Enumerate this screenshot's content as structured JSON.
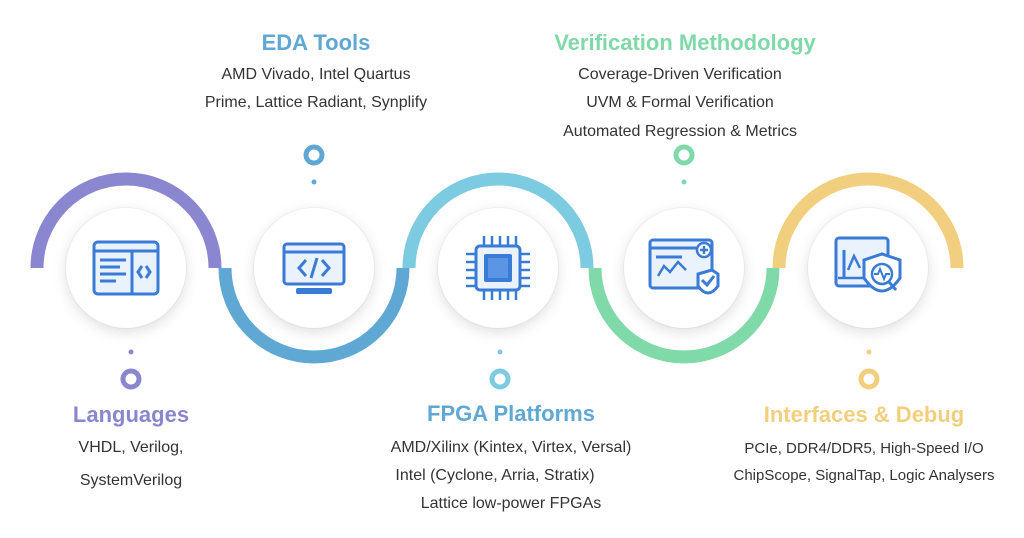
{
  "colors": {
    "languages": "#8a86cf",
    "eda": "#5fa8d3",
    "fpga": "#7dcbe0",
    "verification": "#7fd9a8",
    "interfaces": "#f2cf7e",
    "icon_blue": "#3a7bd5"
  },
  "stages": [
    {
      "key": "languages",
      "title": "Languages",
      "lines": [
        "VHDL, Verilog,",
        "SystemVerilog"
      ],
      "icon": "code-window-icon"
    },
    {
      "key": "eda",
      "title": "EDA Tools",
      "lines": [
        "AMD Vivado, Intel Quartus",
        "Prime, Lattice Radiant, Synplify"
      ],
      "icon": "monitor-code-icon"
    },
    {
      "key": "fpga",
      "title": "FPGA Platforms",
      "lines": [
        "AMD/Xilinx (Kintex, Virtex, Versal)",
        "Intel (Cyclone, Arria, Stratix)",
        "Lattice low-power FPGAs"
      ],
      "icon": "chip-icon"
    },
    {
      "key": "verification",
      "title": "Verification Methodology",
      "lines": [
        "Coverage-Driven Verification",
        "UVM & Formal Verification",
        "Automated Regression & Metrics"
      ],
      "icon": "verified-dashboard-icon"
    },
    {
      "key": "interfaces",
      "title": "Interfaces & Debug",
      "lines": [
        "PCIe, DDR4/DDR5, High-Speed I/O",
        "ChipScope, SignalTap, Logic Analysers"
      ],
      "icon": "debug-shield-icon"
    }
  ]
}
